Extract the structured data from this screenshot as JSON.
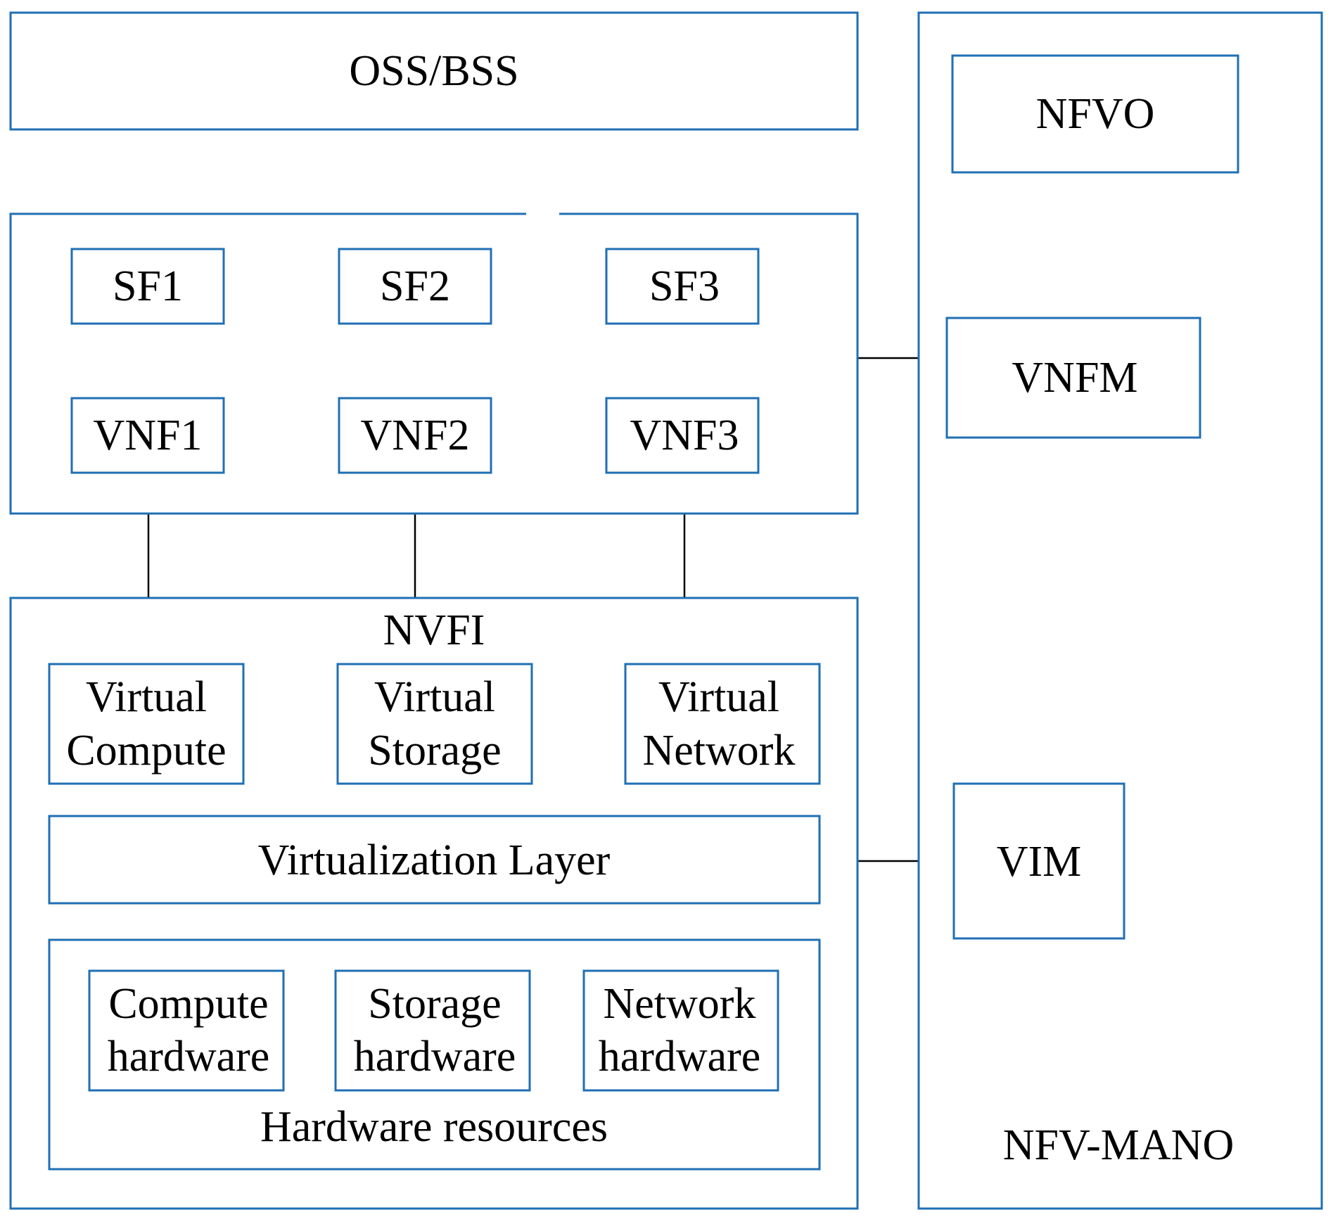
{
  "oss_bss": "OSS/BSS",
  "vnf_layer": {
    "sf": [
      "SF1",
      "SF2",
      "SF3"
    ],
    "vnf": [
      "VNF1",
      "VNF2",
      "VNF3"
    ]
  },
  "nfvi": {
    "title": "NVFI",
    "virtual_resources": [
      {
        "line1": "Virtual",
        "line2": "Compute"
      },
      {
        "line1": "Virtual",
        "line2": "Storage"
      },
      {
        "line1": "Virtual",
        "line2": "Network"
      }
    ],
    "virtualization_layer": "Virtualization Layer",
    "hardware_resources": {
      "label": "Hardware resources",
      "items": [
        {
          "line1": "Compute",
          "line2": "hardware"
        },
        {
          "line1": "Storage",
          "line2": "hardware"
        },
        {
          "line1": "Network",
          "line2": "hardware"
        }
      ]
    }
  },
  "mano": {
    "label": "NFV-MANO",
    "nfvo": "NFVO",
    "vnfm": "VNFM",
    "vim": "VIM"
  }
}
